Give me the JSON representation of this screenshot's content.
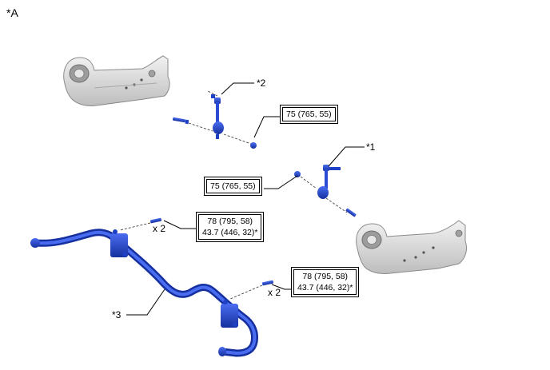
{
  "view_label": "*A",
  "callouts": {
    "c1": "*1",
    "c2": "*2",
    "c3": "*3"
  },
  "quantities": {
    "q_upper": "x 2",
    "q_lower": "x 2"
  },
  "torque_boxes": {
    "box_a": {
      "line1": "75 (765, 55)"
    },
    "box_b": {
      "line1": "75 (765, 55)"
    },
    "box_c": {
      "line1": "78 (795, 58)",
      "line2": "43.7 (446, 32)*"
    },
    "box_d": {
      "line1": "78 (795, 58)",
      "line2": "43.7 (446, 32)*"
    }
  },
  "colors": {
    "part_blue": "#1f3fc4",
    "part_blue_light": "#4a6cf0",
    "arm_gray": "#d6d6d6",
    "arm_outline": "#8a8a8a",
    "leader": "#000000"
  }
}
